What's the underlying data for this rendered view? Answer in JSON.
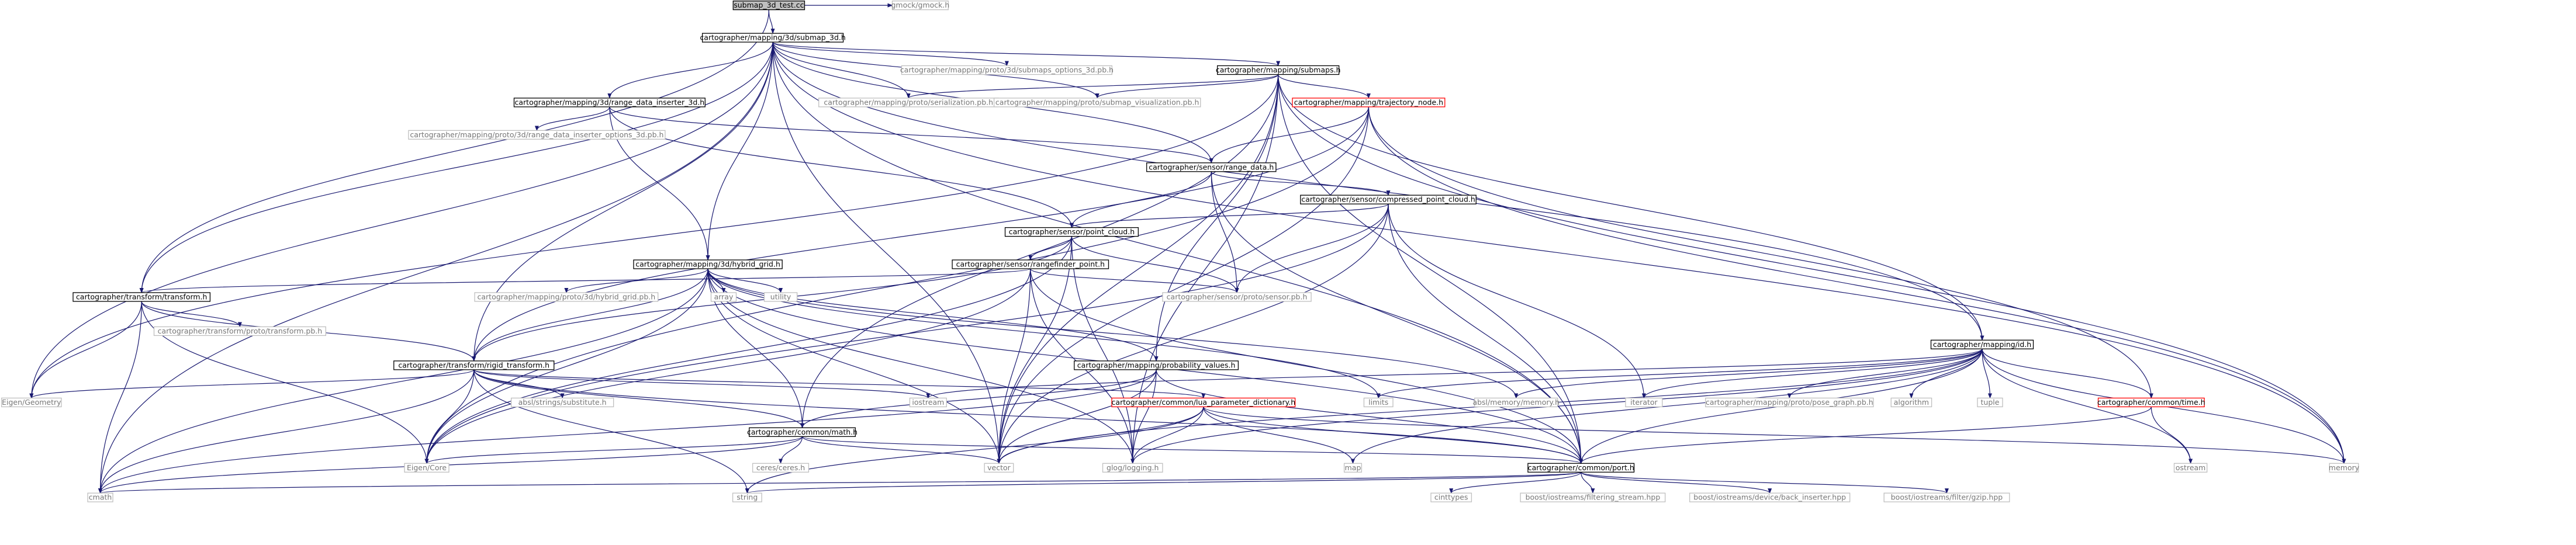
{
  "colors": {
    "edge": "#191970",
    "root_fill": "#bfbfbf",
    "node_border": "#000000",
    "external_border": "#bfbfbf",
    "truncated_border": "#ff0000",
    "external_text": "#777777",
    "text": "#000000"
  },
  "nodes": [
    {
      "id": "root",
      "label": "submap_3d_test.cc",
      "kind": "root"
    },
    {
      "id": "gmock",
      "label": "gmock/gmock.h",
      "kind": "external"
    },
    {
      "id": "submap3d",
      "label": "cartographer/mapping/3d/submap_3d.h",
      "kind": "local"
    },
    {
      "id": "submaps_opts",
      "label": "cartographer/mapping/proto/3d/submaps_options_3d.pb.h",
      "kind": "external"
    },
    {
      "id": "submaps",
      "label": "cartographer/mapping/submaps.h",
      "kind": "local"
    },
    {
      "id": "rdi3d",
      "label": "cartographer/mapping/3d/range_data_inserter_3d.h",
      "kind": "local"
    },
    {
      "id": "ser_pb",
      "label": "cartographer/mapping/proto/serialization.pb.h",
      "kind": "external"
    },
    {
      "id": "viz_pb",
      "label": "cartographer/mapping/proto/submap_visualization.pb.h",
      "kind": "external"
    },
    {
      "id": "traj",
      "label": "cartographer/mapping/trajectory_node.h",
      "kind": "truncated"
    },
    {
      "id": "rdi_opts",
      "label": "cartographer/mapping/proto/3d/range_data_inserter_options_3d.pb.h",
      "kind": "external"
    },
    {
      "id": "range_data",
      "label": "cartographer/sensor/range_data.h",
      "kind": "local"
    },
    {
      "id": "cpc",
      "label": "cartographer/sensor/compressed_point_cloud.h",
      "kind": "local"
    },
    {
      "id": "pc",
      "label": "cartographer/sensor/point_cloud.h",
      "kind": "local"
    },
    {
      "id": "hybrid",
      "label": "cartographer/mapping/3d/hybrid_grid.h",
      "kind": "local"
    },
    {
      "id": "rfp",
      "label": "cartographer/sensor/rangefinder_point.h",
      "kind": "local"
    },
    {
      "id": "transform",
      "label": "cartographer/transform/transform.h",
      "kind": "local"
    },
    {
      "id": "hybrid_pb",
      "label": "cartographer/mapping/proto/3d/hybrid_grid.pb.h",
      "kind": "external"
    },
    {
      "id": "array",
      "label": "array",
      "kind": "external"
    },
    {
      "id": "utility",
      "label": "utility",
      "kind": "external"
    },
    {
      "id": "sensor_pb",
      "label": "cartographer/sensor/proto/sensor.pb.h",
      "kind": "external"
    },
    {
      "id": "transform_pb",
      "label": "cartographer/transform/proto/transform.pb.h",
      "kind": "external"
    },
    {
      "id": "rigid",
      "label": "cartographer/transform/rigid_transform.h",
      "kind": "local"
    },
    {
      "id": "prob",
      "label": "cartographer/mapping/probability_values.h",
      "kind": "local"
    },
    {
      "id": "id",
      "label": "cartographer/mapping/id.h",
      "kind": "local"
    },
    {
      "id": "eigen_geo",
      "label": "Eigen/Geometry",
      "kind": "external"
    },
    {
      "id": "absl_sub",
      "label": "absl/strings/substitute.h",
      "kind": "external"
    },
    {
      "id": "iostream",
      "label": "iostream",
      "kind": "external"
    },
    {
      "id": "lua",
      "label": "cartographer/common/lua_parameter_dictionary.h",
      "kind": "truncated"
    },
    {
      "id": "limits",
      "label": "limits",
      "kind": "external"
    },
    {
      "id": "absl_mem",
      "label": "absl/memory/memory.h",
      "kind": "external"
    },
    {
      "id": "iterator",
      "label": "iterator",
      "kind": "external"
    },
    {
      "id": "pose_pb",
      "label": "cartographer/mapping/proto/pose_graph.pb.h",
      "kind": "external"
    },
    {
      "id": "algorithm",
      "label": "algorithm",
      "kind": "external"
    },
    {
      "id": "tuple",
      "label": "tuple",
      "kind": "external"
    },
    {
      "id": "time",
      "label": "cartographer/common/time.h",
      "kind": "truncated"
    },
    {
      "id": "math",
      "label": "cartographer/common/math.h",
      "kind": "local"
    },
    {
      "id": "eigen_core",
      "label": "Eigen/Core",
      "kind": "external"
    },
    {
      "id": "ceres",
      "label": "ceres/ceres.h",
      "kind": "external"
    },
    {
      "id": "vector",
      "label": "vector",
      "kind": "external"
    },
    {
      "id": "glog",
      "label": "glog/logging.h",
      "kind": "external"
    },
    {
      "id": "map",
      "label": "map",
      "kind": "external"
    },
    {
      "id": "port",
      "label": "cartographer/common/port.h",
      "kind": "local"
    },
    {
      "id": "memory",
      "label": "memory",
      "kind": "external"
    },
    {
      "id": "ostream",
      "label": "ostream",
      "kind": "external"
    },
    {
      "id": "cmath",
      "label": "cmath",
      "kind": "external"
    },
    {
      "id": "string",
      "label": "string",
      "kind": "external"
    },
    {
      "id": "cinttypes",
      "label": "cinttypes",
      "kind": "external"
    },
    {
      "id": "boost_filter",
      "label": "boost/iostreams/filtering_stream.hpp",
      "kind": "external"
    },
    {
      "id": "boost_back",
      "label": "boost/iostreams/device/back_inserter.hpp",
      "kind": "external"
    },
    {
      "id": "boost_gzip",
      "label": "boost/iostreams/filter/gzip.hpp",
      "kind": "external"
    }
  ],
  "edges": [
    [
      "root",
      "gmock"
    ],
    [
      "root",
      "submap3d"
    ],
    [
      "root",
      "transform"
    ],
    [
      "submap3d",
      "submaps_opts"
    ],
    [
      "submap3d",
      "submaps"
    ],
    [
      "submap3d",
      "rdi3d"
    ],
    [
      "submap3d",
      "ser_pb"
    ],
    [
      "submap3d",
      "viz_pb"
    ],
    [
      "submap3d",
      "range_data"
    ],
    [
      "submap3d",
      "hybrid"
    ],
    [
      "submap3d",
      "transform"
    ],
    [
      "submap3d",
      "rigid"
    ],
    [
      "submap3d",
      "eigen_geo"
    ],
    [
      "submap3d",
      "vector"
    ],
    [
      "submap3d",
      "memory"
    ],
    [
      "submap3d",
      "port"
    ],
    [
      "submap3d",
      "cmath"
    ],
    [
      "submap3d",
      "id"
    ],
    [
      "submaps",
      "ser_pb"
    ],
    [
      "submaps",
      "viz_pb"
    ],
    [
      "submaps",
      "traj"
    ],
    [
      "submaps",
      "id"
    ],
    [
      "submaps",
      "prob"
    ],
    [
      "submaps",
      "math"
    ],
    [
      "submaps",
      "port"
    ],
    [
      "submaps",
      "glog"
    ],
    [
      "submaps",
      "eigen_geo"
    ],
    [
      "submaps",
      "memory"
    ],
    [
      "submaps",
      "vector"
    ],
    [
      "rdi3d",
      "rdi_opts"
    ],
    [
      "rdi3d",
      "range_data"
    ],
    [
      "rdi3d",
      "hybrid"
    ],
    [
      "rdi3d",
      "pc"
    ],
    [
      "traj",
      "range_data"
    ],
    [
      "traj",
      "rigid"
    ],
    [
      "traj",
      "time"
    ],
    [
      "traj",
      "memory"
    ],
    [
      "traj",
      "vector"
    ],
    [
      "traj",
      "eigen_core"
    ],
    [
      "range_data",
      "cpc"
    ],
    [
      "range_data",
      "pc"
    ],
    [
      "range_data",
      "sensor_pb"
    ],
    [
      "range_data",
      "port"
    ],
    [
      "cpc",
      "pc"
    ],
    [
      "cpc",
      "sensor_pb"
    ],
    [
      "cpc",
      "port"
    ],
    [
      "cpc",
      "vector"
    ],
    [
      "cpc",
      "iterator"
    ],
    [
      "cpc",
      "eigen_core"
    ],
    [
      "pc",
      "rfp"
    ],
    [
      "pc",
      "sensor_pb"
    ],
    [
      "pc",
      "rigid"
    ],
    [
      "pc",
      "vector"
    ],
    [
      "pc",
      "glog"
    ],
    [
      "pc",
      "eigen_core"
    ],
    [
      "hybrid",
      "hybrid_pb"
    ],
    [
      "hybrid",
      "array"
    ],
    [
      "hybrid",
      "utility"
    ],
    [
      "hybrid",
      "prob"
    ],
    [
      "hybrid",
      "math"
    ],
    [
      "hybrid",
      "port"
    ],
    [
      "hybrid",
      "rigid"
    ],
    [
      "hybrid",
      "vector"
    ],
    [
      "hybrid",
      "cmath"
    ],
    [
      "hybrid",
      "glog"
    ],
    [
      "hybrid",
      "eigen_core"
    ],
    [
      "hybrid",
      "limits"
    ],
    [
      "hybrid",
      "absl_mem"
    ],
    [
      "rfp",
      "sensor_pb"
    ],
    [
      "rfp",
      "transform"
    ],
    [
      "rfp",
      "vector"
    ],
    [
      "rfp",
      "glog"
    ],
    [
      "rfp",
      "eigen_core"
    ],
    [
      "rfp",
      "port"
    ],
    [
      "transform",
      "transform_pb"
    ],
    [
      "transform",
      "rigid"
    ],
    [
      "transform",
      "eigen_geo"
    ],
    [
      "transform",
      "eigen_core"
    ],
    [
      "transform",
      "cmath"
    ],
    [
      "rigid",
      "math"
    ],
    [
      "rigid",
      "lua"
    ],
    [
      "rigid",
      "port"
    ],
    [
      "rigid",
      "eigen_core"
    ],
    [
      "rigid",
      "eigen_geo"
    ],
    [
      "rigid",
      "absl_sub"
    ],
    [
      "rigid",
      "iostream"
    ],
    [
      "rigid",
      "cmath"
    ],
    [
      "rigid",
      "string"
    ],
    [
      "prob",
      "math"
    ],
    [
      "prob",
      "port"
    ],
    [
      "prob",
      "vector"
    ],
    [
      "prob",
      "cmath"
    ],
    [
      "prob",
      "glog"
    ],
    [
      "id",
      "pose_pb"
    ],
    [
      "id",
      "algorithm"
    ],
    [
      "id",
      "tuple"
    ],
    [
      "id",
      "time"
    ],
    [
      "id",
      "port"
    ],
    [
      "id",
      "glog"
    ],
    [
      "id",
      "iostream"
    ],
    [
      "id",
      "limits"
    ],
    [
      "id",
      "absl_mem"
    ],
    [
      "id",
      "iterator"
    ],
    [
      "id",
      "map"
    ],
    [
      "id",
      "memory"
    ],
    [
      "id",
      "ostream"
    ],
    [
      "id",
      "vector"
    ],
    [
      "lua",
      "port"
    ],
    [
      "lua",
      "map"
    ],
    [
      "lua",
      "memory"
    ],
    [
      "lua",
      "string"
    ],
    [
      "lua",
      "vector"
    ],
    [
      "lua",
      "glog"
    ],
    [
      "time",
      "port"
    ],
    [
      "time",
      "ostream"
    ],
    [
      "math",
      "port"
    ],
    [
      "math",
      "eigen_core"
    ],
    [
      "math",
      "ceres"
    ],
    [
      "math",
      "vector"
    ],
    [
      "math",
      "cmath"
    ],
    [
      "port",
      "cinttypes"
    ],
    [
      "port",
      "cmath"
    ],
    [
      "port",
      "string"
    ],
    [
      "port",
      "boost_filter"
    ],
    [
      "port",
      "boost_back"
    ],
    [
      "port",
      "boost_gzip"
    ]
  ]
}
